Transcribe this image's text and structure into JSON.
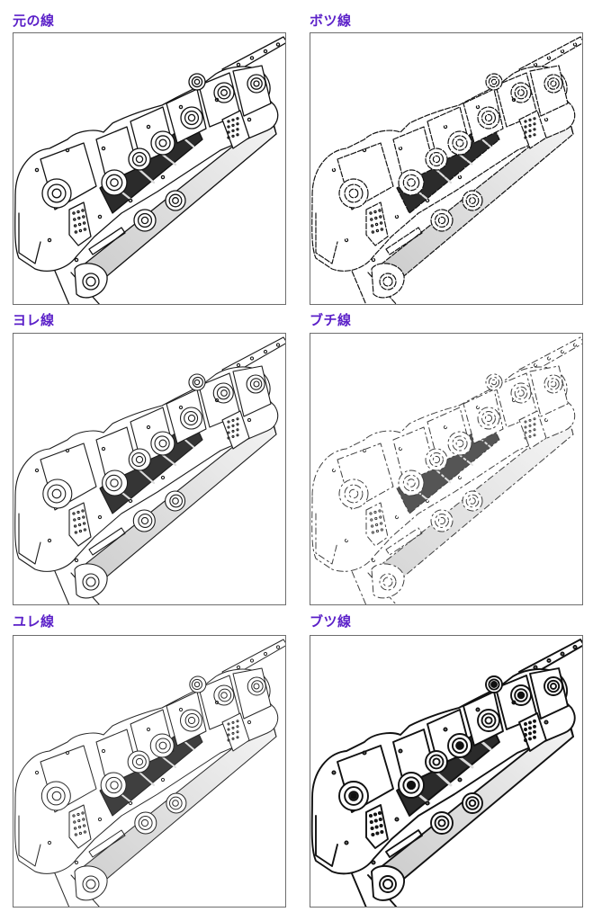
{
  "panels": [
    {
      "id": "original",
      "label": "元の線",
      "style": "solid",
      "stroke_width": 1.3,
      "dash": "",
      "opacity": 1
    },
    {
      "id": "botsu",
      "label": "ボツ線",
      "style": "dotted-broken",
      "stroke_width": 1.2,
      "dash": "6 2",
      "opacity": 1
    },
    {
      "id": "yore",
      "label": "ヨレ線",
      "style": "wobbly",
      "stroke_width": 1.1,
      "dash": "",
      "opacity": 0.95
    },
    {
      "id": "buchi",
      "label": "ブチ線",
      "style": "patchy-broken",
      "stroke_width": 1.0,
      "dash": "7 4 2 3",
      "opacity": 0.8
    },
    {
      "id": "yure",
      "label": "ユレ線",
      "style": "shaky",
      "stroke_width": 1.0,
      "dash": "",
      "opacity": 0.9
    },
    {
      "id": "butsu",
      "label": "ブツ線",
      "style": "thick-blotchy",
      "stroke_width": 1.9,
      "dash": "",
      "opacity": 1
    }
  ],
  "colors": {
    "label": "#5a1fc8",
    "panel_border": "#6d6d6d",
    "line": "#111111",
    "plate_shade_light": "#f4f4f4",
    "plate_shade_dark": "#c9c9c9"
  }
}
